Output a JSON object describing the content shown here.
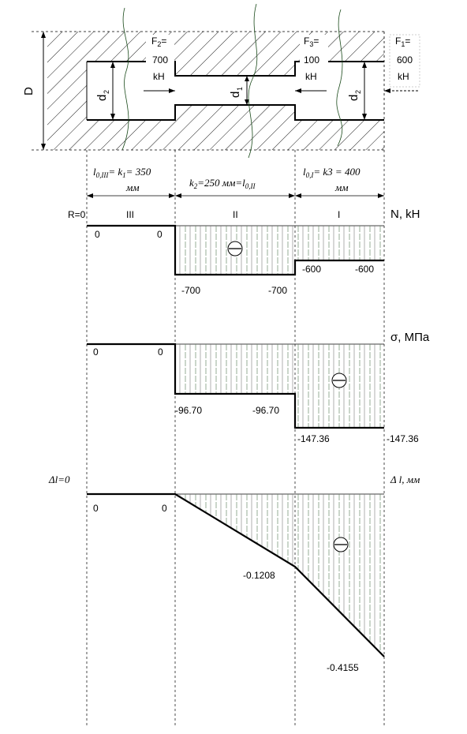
{
  "structure": {
    "dimension_D": "D",
    "forces": [
      {
        "id": "F2",
        "name": "F",
        "sub": "2",
        "value": "700",
        "unit": "kH"
      },
      {
        "id": "F3",
        "name": "F",
        "sub": "3",
        "value": "100",
        "unit": "kH"
      },
      {
        "id": "F1",
        "name": "F",
        "sub": "1",
        "value": "600",
        "unit": "kH"
      }
    ],
    "diam_labels": [
      {
        "name": "d",
        "sub": "2"
      },
      {
        "name": "d",
        "sub": "1"
      },
      {
        "name": "d",
        "sub": "2"
      }
    ]
  },
  "lengths": {
    "sec3": {
      "line1": "l",
      "line1_sub": "0,III",
      "line1_rest": "= k",
      "line1_sub2": "1",
      "line1_end": "= 350",
      "unit": "мм"
    },
    "sec2": {
      "text": "k",
      "sub": "2",
      "mid": "=250 мм=l",
      "sub2": "0,II"
    },
    "sec1": {
      "line1": "l",
      "line1_sub": "0,I",
      "line1_rest": "= k3 = 400",
      "unit": "мм"
    }
  },
  "section_labels": [
    "III",
    "II",
    "I"
  ],
  "diagram_N": {
    "origin_label": "R=0",
    "title": "N, kH",
    "labels": [
      "0",
      "0",
      "-700",
      "-700",
      "-600",
      "-600"
    ],
    "values": [
      0,
      -700,
      -600
    ]
  },
  "diagram_sigma": {
    "title": "σ, МПа",
    "labels": [
      "0",
      "0",
      "-96.70",
      "-96.70",
      "-147.36",
      "-147.36"
    ],
    "values": [
      0,
      -96.7,
      -147.36
    ]
  },
  "diagram_dl": {
    "origin_label": "Δl=0",
    "title": "Δ l, мм",
    "labels": [
      "0",
      "0",
      "-0.1208",
      "-0.4155"
    ],
    "values": [
      0,
      0,
      -0.1208,
      -0.4155
    ]
  },
  "sign_symbol": "⊖"
}
